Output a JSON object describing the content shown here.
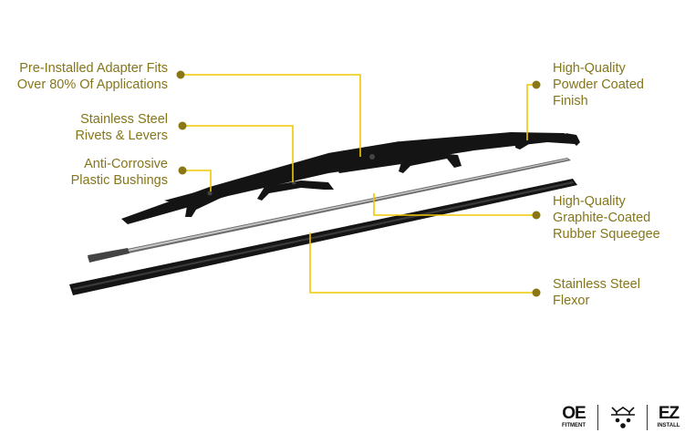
{
  "callouts_left": [
    {
      "line1": "Pre-Installed Adapter Fits",
      "line2": "Over 80% Of Applications"
    },
    {
      "line1": "Stainless Steel",
      "line2": "Rivets & Levers"
    },
    {
      "line1": "Anti-Corrosive",
      "line2": "Plastic Bushings"
    }
  ],
  "callouts_right": [
    {
      "line1": "High-Quality",
      "line2": "Powder Coated",
      "line3": "Finish"
    },
    {
      "line1": "High-Quality",
      "line2": "Graphite-Coated",
      "line3": "Rubber Squeegee"
    },
    {
      "line1": "Stainless Steel",
      "line2": "Flexor"
    }
  ],
  "badges": {
    "oe_big": "OE",
    "oe_small": "FITMENT",
    "weather_icon": "snowflake-rain-icon",
    "ez_big": "EZ",
    "ez_small": "INSTALL"
  },
  "colors": {
    "text": "#85761a",
    "line": "#f0c800",
    "dot": "#8a7612"
  }
}
